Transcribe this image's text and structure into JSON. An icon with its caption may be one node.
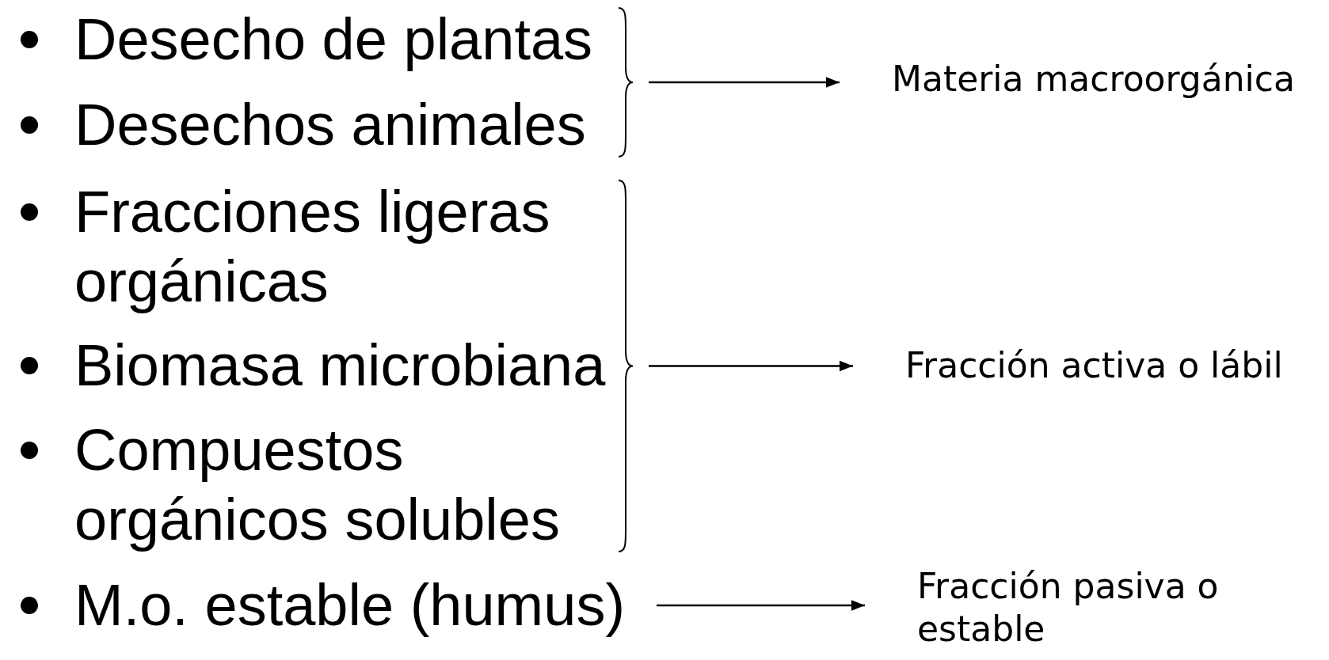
{
  "diagram": {
    "nodes": [
      {
        "text": [
          "Desecho de plantas"
        ]
      },
      {
        "text": [
          "Desechos animales"
        ]
      },
      {
        "text": [
          "Fracciones ligeras orgánicas"
        ]
      },
      {
        "text": [
          "Biomasa microbiana"
        ]
      },
      {
        "text": [
          "Compuestos orgánicos solubles"
        ]
      },
      {
        "text": [
          "M.o. estable (humus)"
        ]
      },
      {
        "text": [
          "Materia macroorgánica"
        ]
      },
      {
        "text": [
          "Fracción activa o lábil"
        ]
      },
      {
        "text": [
          "Fracción pasiva o estable"
        ]
      }
    ],
    "edges": [
      {
        "from": null,
        "to": 6,
        "arrow": "to"
      },
      {
        "from": null,
        "to": 7,
        "arrow": "to"
      },
      {
        "from": 5,
        "to": 8,
        "arrow": "to"
      }
    ]
  }
}
